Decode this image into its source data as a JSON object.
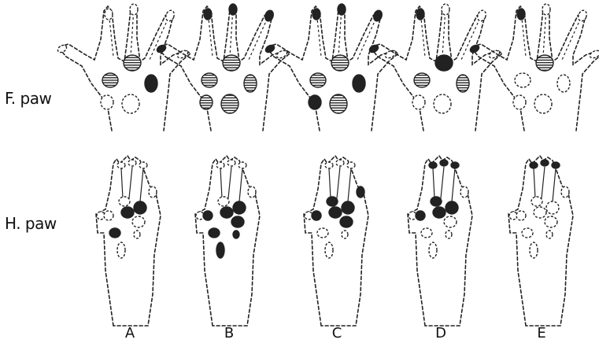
{
  "row_labels": {
    "fore": "F. paw",
    "hind": "H. paw"
  },
  "columns": [
    {
      "label": "A",
      "fore": [
        "empty",
        "empty",
        "empty",
        "empty",
        "empty",
        "hatched",
        "hatched",
        "solid",
        "empty",
        "empty"
      ],
      "hind": [
        "empty",
        "empty",
        "empty",
        "empty",
        "empty",
        "empty",
        "empty",
        "solid",
        "solid",
        "empty",
        "solid",
        "empty",
        "empty"
      ]
    },
    {
      "label": "B",
      "fore": [
        "solid",
        "solid",
        "solid",
        "solid",
        "empty",
        "hatched",
        "hatched",
        "hatched",
        "hatched",
        "hatched"
      ],
      "hind": [
        "empty",
        "empty",
        "empty",
        "empty",
        "empty",
        "solid",
        "empty",
        "solid",
        "solid",
        "solid",
        "solid",
        "solid",
        "solid"
      ]
    },
    {
      "label": "C",
      "fore": [
        "solid",
        "solid",
        "solid",
        "solid",
        "empty",
        "hatched",
        "hatched",
        "solid",
        "solid",
        "hatched"
      ],
      "hind": [
        "empty",
        "empty",
        "empty",
        "empty",
        "solid",
        "solid",
        "solid",
        "solid",
        "solid",
        "solid",
        "empty",
        "empty",
        "empty"
      ]
    },
    {
      "label": "D",
      "fore": [
        "solid",
        "solid",
        "empty",
        "empty",
        "empty",
        "solid",
        "hatched",
        "hatched",
        "empty",
        "empty"
      ],
      "hind": [
        "solid",
        "solid",
        "solid",
        "empty",
        "empty",
        "solid",
        "solid",
        "solid",
        "solid",
        "empty",
        "empty",
        "empty",
        "empty"
      ]
    },
    {
      "label": "E",
      "fore": [
        "solid",
        "solid",
        "empty",
        "empty",
        "empty",
        "hatched",
        "empty",
        "empty",
        "empty",
        "empty"
      ],
      "hind": [
        "solid",
        "solid",
        "solid",
        "empty",
        "empty",
        "empty",
        "empty",
        "empty",
        "empty",
        "empty",
        "empty",
        "empty",
        "empty"
      ]
    }
  ],
  "colors": {
    "ink": "#222222",
    "paper": "#ffffff"
  }
}
